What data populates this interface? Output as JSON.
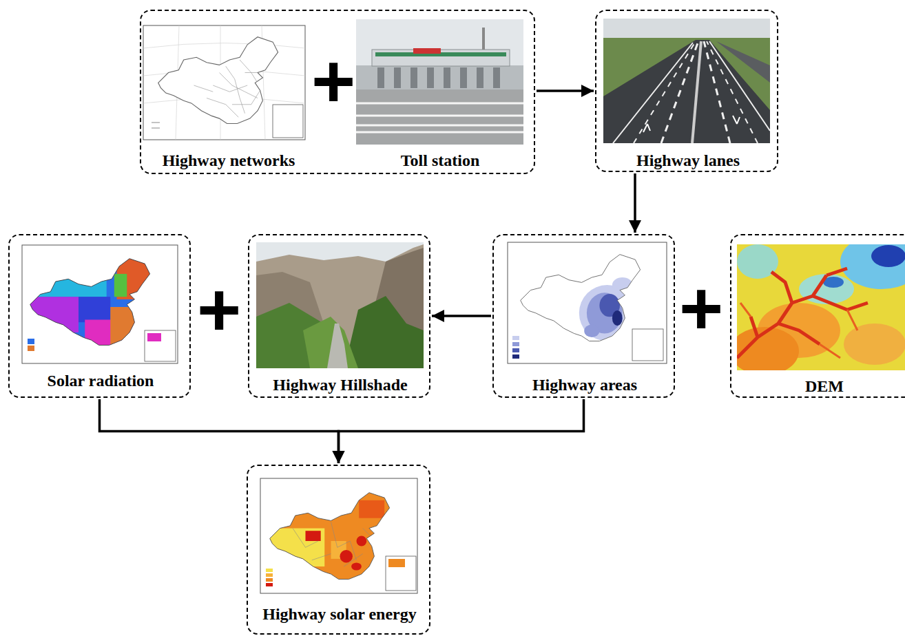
{
  "diagram": {
    "nodes": [
      {
        "text": [
          "Highway networks",
          "Toll station"
        ]
      },
      {
        "text": [
          "Highway lanes"
        ]
      },
      {
        "text": [
          "Solar radiation"
        ]
      },
      {
        "text": [
          "Highway Hillshade"
        ]
      },
      {
        "text": [
          "Highway areas"
        ]
      },
      {
        "text": [
          "DEM"
        ]
      },
      {
        "text": [
          "Highway solar energy"
        ]
      }
    ],
    "edges": [
      {
        "from": 0,
        "to": 1,
        "arrow": "to"
      },
      {
        "from": 1,
        "to": 4,
        "arrow": "to"
      },
      {
        "from": 4,
        "to": 3,
        "arrow": "to"
      },
      {
        "from": 2,
        "to": 6,
        "arrow": "to"
      },
      {
        "from": 4,
        "to": 6,
        "arrow": "to"
      }
    ],
    "labels": [
      "+",
      "+",
      "+"
    ]
  }
}
